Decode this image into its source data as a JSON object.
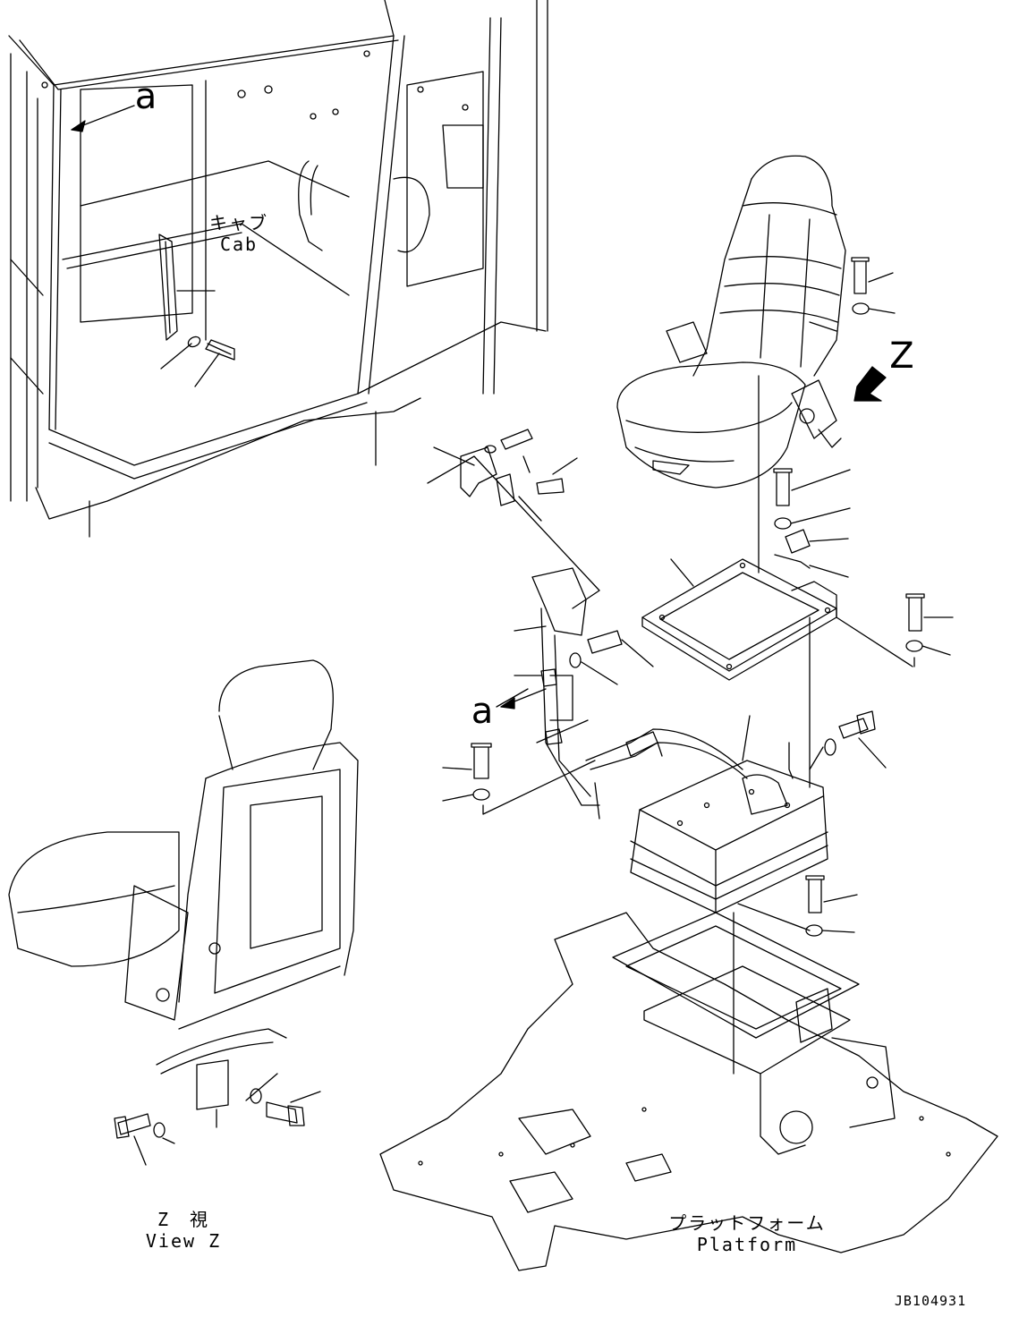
{
  "labels": {
    "cab_jp": "キャブ",
    "cab_en": "Cab",
    "view_jp": "Z　視",
    "view_en": "View Z",
    "platform_jp": "プラットフォーム",
    "platform_en": "Platform",
    "view_marker": "Z",
    "ref_a_top": "a",
    "ref_a_mid": "a",
    "drawing_code": "JB104931"
  },
  "colors": {
    "line": "#000000",
    "background": "#ffffff"
  }
}
